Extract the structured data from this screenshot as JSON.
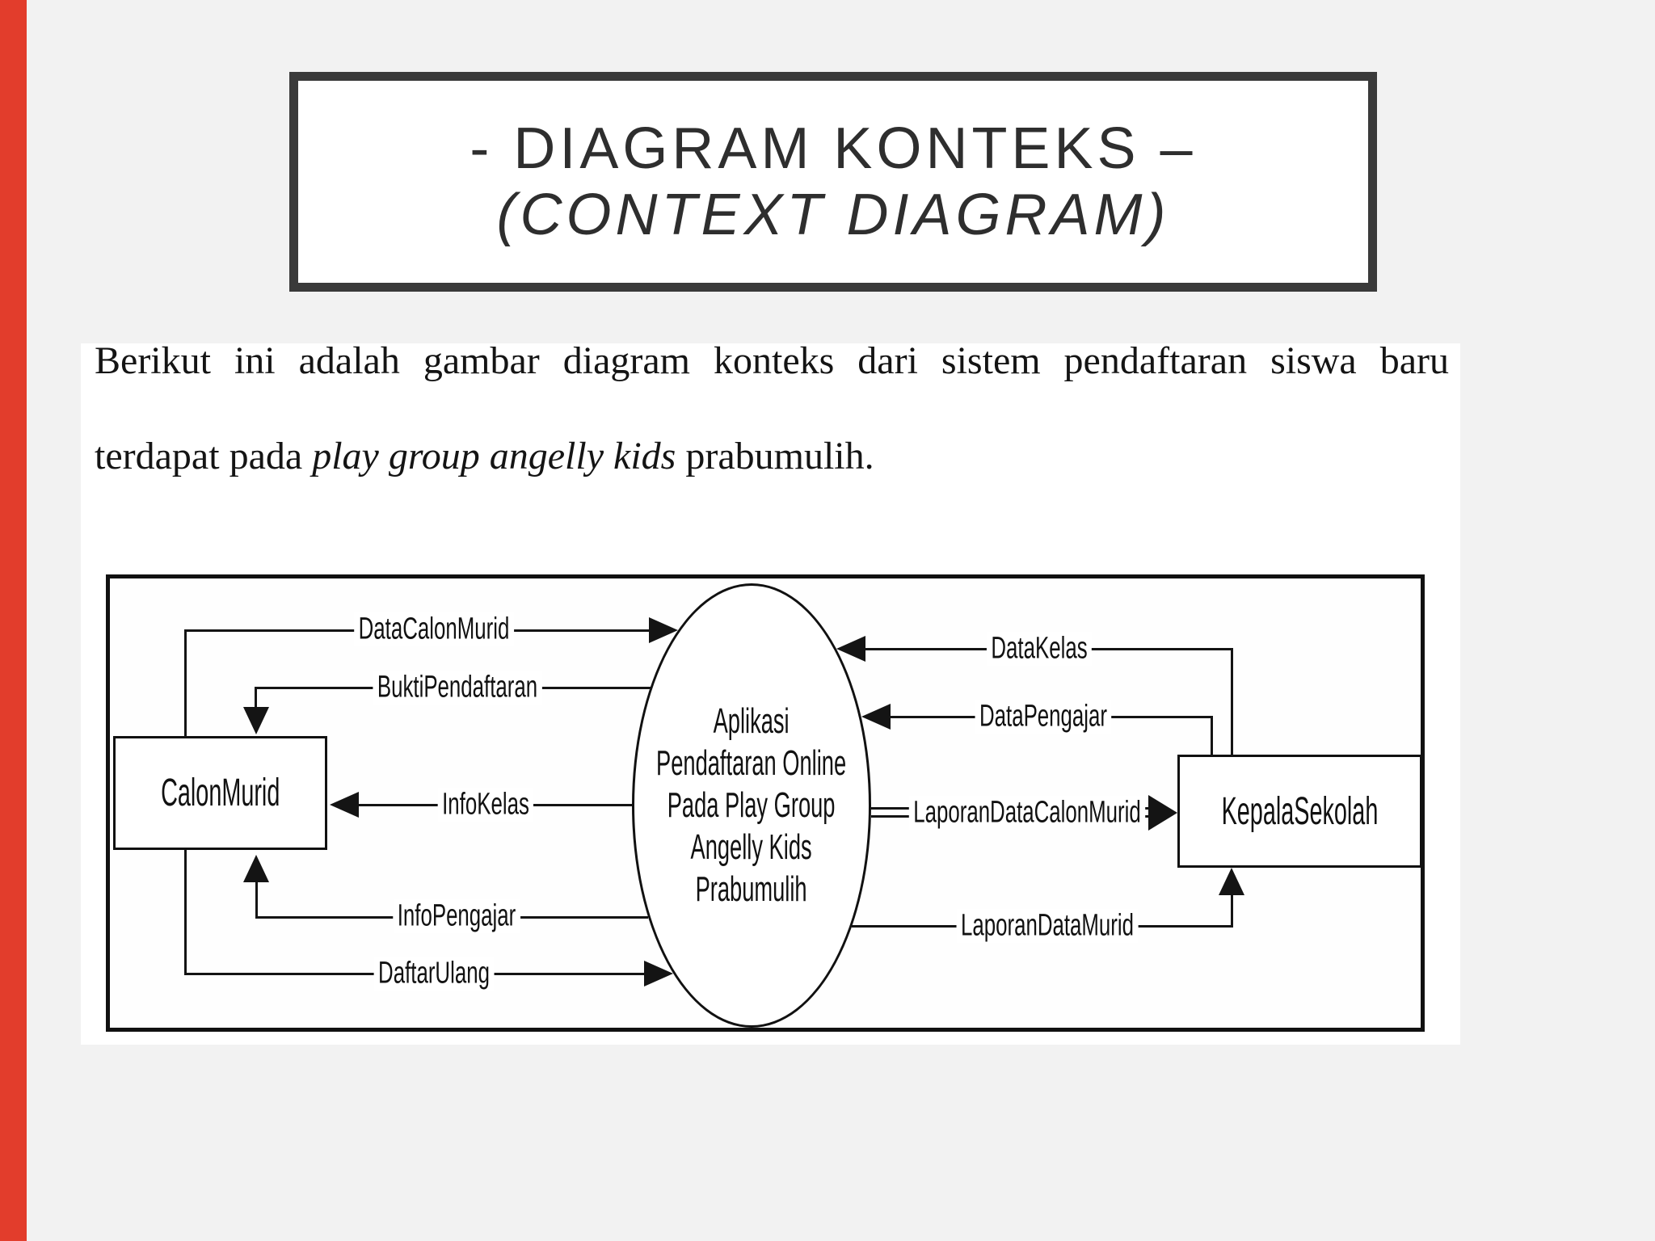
{
  "slide": {
    "background_color": "#f2f2f2",
    "accent_bar_color": "#e23d2c",
    "title": {
      "line1": "- DIAGRAM KONTEKS –",
      "line2": "(CONTEXT DIAGRAM)"
    },
    "intro": {
      "line1": "Berikut ini adalah gambar diagram konteks dari sistem pendaftaran siswa baru",
      "line2_pre": "terdapat pada ",
      "line2_italic": "play group angelly kids",
      "line2_post": " prabumulih."
    }
  },
  "diagram": {
    "entities": [
      {
        "id": "calon-murid",
        "label": "CalonMurid"
      },
      {
        "id": "kepala-sekolah",
        "label": "KepalaSekolah"
      }
    ],
    "process": {
      "id": "aplikasi",
      "label_lines": [
        "Aplikasi",
        "Pendaftaran Online",
        "Pada Play Group",
        "Angelly Kids",
        "Prabumulih"
      ]
    },
    "flows": [
      {
        "label": "DataCalonMurid",
        "from": "CalonMurid",
        "to": "Aplikasi"
      },
      {
        "label": "BuktiPendaftaran",
        "from": "Aplikasi",
        "to": "CalonMurid"
      },
      {
        "label": "InfoKelas",
        "from": "Aplikasi",
        "to": "CalonMurid"
      },
      {
        "label": "InfoPengajar",
        "from": "Aplikasi",
        "to": "CalonMurid"
      },
      {
        "label": "DaftarUlang",
        "from": "CalonMurid",
        "to": "Aplikasi"
      },
      {
        "label": "DataKelas",
        "from": "KepalaSekolah",
        "to": "Aplikasi"
      },
      {
        "label": "DataPengajar",
        "from": "KepalaSekolah",
        "to": "Aplikasi"
      },
      {
        "label": "LaporanDataCalonMurid",
        "from": "Aplikasi",
        "to": "KepalaSekolah"
      },
      {
        "label": "LaporanDataMurid",
        "from": "Aplikasi",
        "to": "KepalaSekolah"
      }
    ]
  }
}
